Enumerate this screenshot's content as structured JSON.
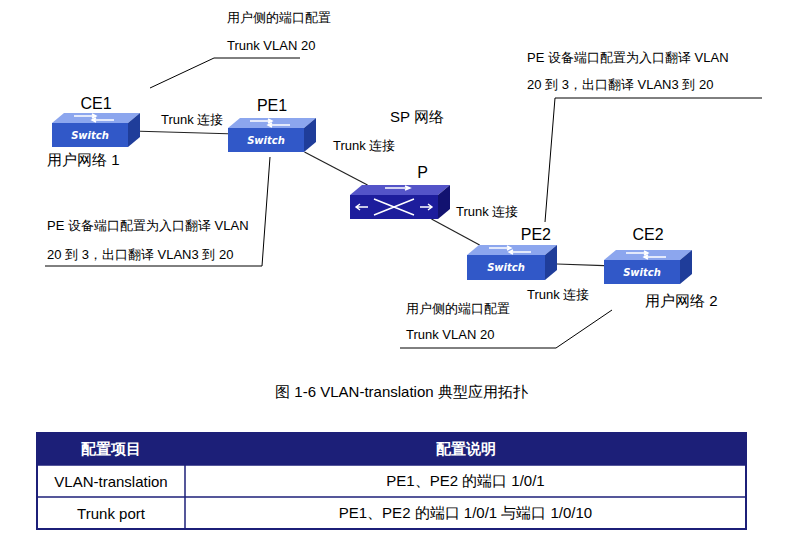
{
  "diagram": {
    "caption": "图 1-6 VLAN-translation 典型应用拓扑",
    "nodes": [
      {
        "text": [
          "用户网络 1"
        ]
      },
      {
        "text": [
          "CE1",
          "Switch"
        ],
        "in": 0
      },
      {
        "text": [
          "PE1",
          "Switch"
        ]
      },
      {
        "text": [
          "SP 网络"
        ]
      },
      {
        "text": [
          "P"
        ],
        "in": 3
      },
      {
        "text": [
          "PE2",
          "Switch"
        ]
      },
      {
        "text": [
          "用户网络 2"
        ]
      },
      {
        "text": [
          "CE2",
          "Switch"
        ],
        "in": 6
      }
    ],
    "edges": [
      {
        "from": 1,
        "to": 2,
        "arrow": "none",
        "label": "Trunk 连接"
      },
      {
        "from": 2,
        "to": 4,
        "arrow": "none",
        "label": "Trunk 连接"
      },
      {
        "from": 4,
        "to": 5,
        "arrow": "none",
        "label": "Trunk 连接"
      },
      {
        "from": 5,
        "to": 7,
        "arrow": "none",
        "label": "Trunk 连接"
      }
    ],
    "labels": [
      "用户侧的端口配置",
      "Trunk VLAN 20",
      "PE 设备端口配置为入口翻译 VLAN 20 到 3，出口翻译 VLAN3 到 20",
      "PE 设备端口配置为入口翻译 VLAN 20 到 3，出口翻译 VLAN3 到 20",
      "用户侧的端口配置",
      "Trunk VLAN 20",
      "配置项目",
      "配置说明",
      "VLAN-translation",
      "PE1、PE2 的端口 1/0/1",
      "Trunk port",
      "PE1、PE2 的端口 1/0/1 与端口 1/0/10"
    ]
  }
}
